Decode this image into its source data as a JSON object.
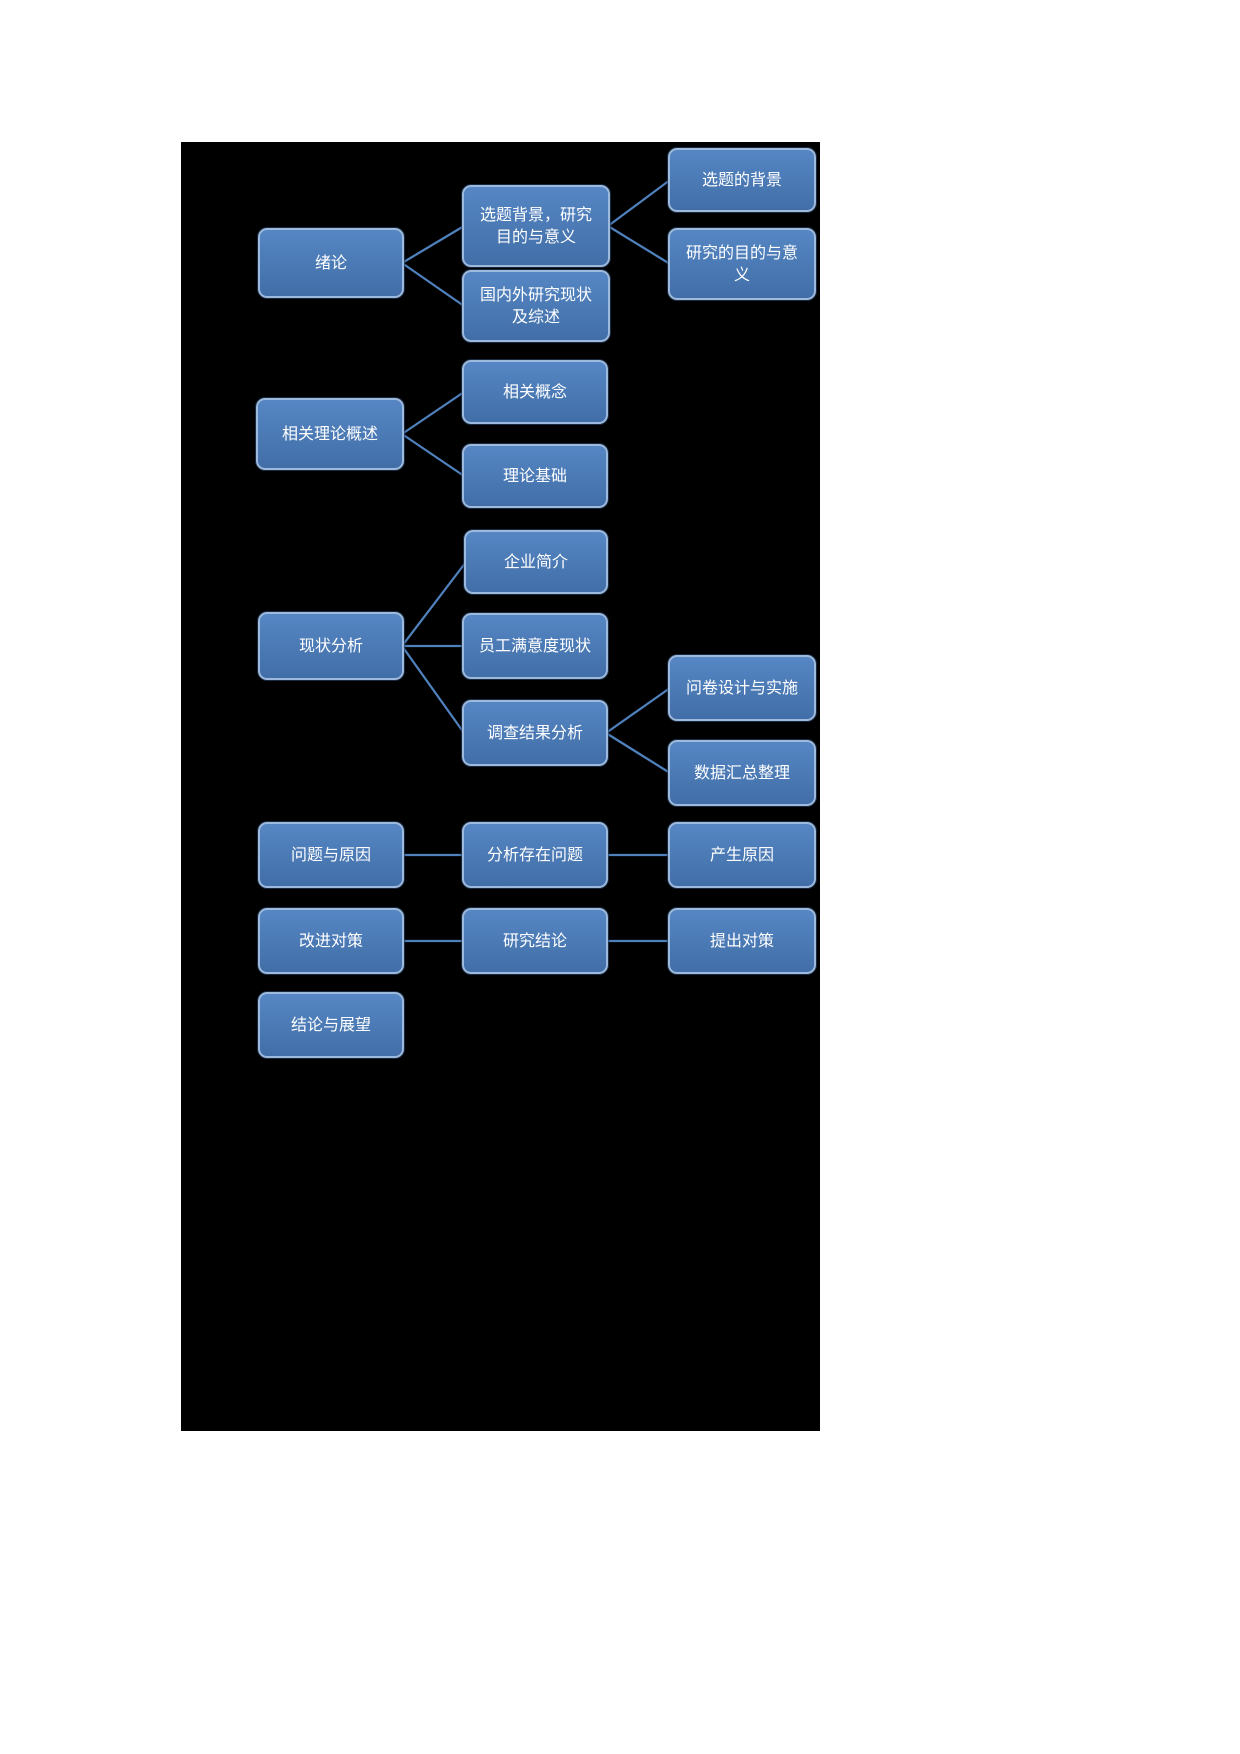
{
  "diagram": {
    "colors": {
      "page_background": "#ffffff",
      "canvas_background": "#000000",
      "node_fill": "#4e80bc",
      "node_border": "#9db9dc",
      "connector": "#4f81bd",
      "text": "#ffffff"
    },
    "nodes": [
      {
        "id": "intro",
        "label": "绪论"
      },
      {
        "id": "topic-bg-purpose",
        "label": "选题背景，研究目的与意义"
      },
      {
        "id": "research-review",
        "label": "国内外研究现状及综述"
      },
      {
        "id": "topic-background",
        "label": "选题的背景"
      },
      {
        "id": "research-purpose",
        "label": "研究的目的与意义"
      },
      {
        "id": "theory-overview",
        "label": "相关理论概述"
      },
      {
        "id": "related-concepts",
        "label": "相关概念"
      },
      {
        "id": "theory-basis",
        "label": "理论基础"
      },
      {
        "id": "status-analysis",
        "label": "现状分析"
      },
      {
        "id": "company-profile",
        "label": "企业简介"
      },
      {
        "id": "satisfaction-status",
        "label": "员工满意度现状"
      },
      {
        "id": "survey-analysis",
        "label": "调查结果分析"
      },
      {
        "id": "questionnaire",
        "label": "问卷设计与实施"
      },
      {
        "id": "data-summary",
        "label": "数据汇总整理"
      },
      {
        "id": "problems-causes",
        "label": "问题与原因"
      },
      {
        "id": "analyze-problems",
        "label": "分析存在问题"
      },
      {
        "id": "causes",
        "label": "产生原因"
      },
      {
        "id": "improvement",
        "label": "改进对策"
      },
      {
        "id": "research-conclusion",
        "label": "研究结论"
      },
      {
        "id": "countermeasures",
        "label": "提出对策"
      },
      {
        "id": "conclusion-outlook",
        "label": "结论与展望"
      }
    ],
    "edges": [
      [
        "intro",
        "topic-bg-purpose"
      ],
      [
        "intro",
        "research-review"
      ],
      [
        "topic-bg-purpose",
        "topic-background"
      ],
      [
        "topic-bg-purpose",
        "research-purpose"
      ],
      [
        "theory-overview",
        "related-concepts"
      ],
      [
        "theory-overview",
        "theory-basis"
      ],
      [
        "status-analysis",
        "company-profile"
      ],
      [
        "status-analysis",
        "satisfaction-status"
      ],
      [
        "status-analysis",
        "survey-analysis"
      ],
      [
        "survey-analysis",
        "questionnaire"
      ],
      [
        "survey-analysis",
        "data-summary"
      ],
      [
        "problems-causes",
        "analyze-problems"
      ],
      [
        "analyze-problems",
        "causes"
      ],
      [
        "improvement",
        "research-conclusion"
      ],
      [
        "research-conclusion",
        "countermeasures"
      ]
    ]
  }
}
